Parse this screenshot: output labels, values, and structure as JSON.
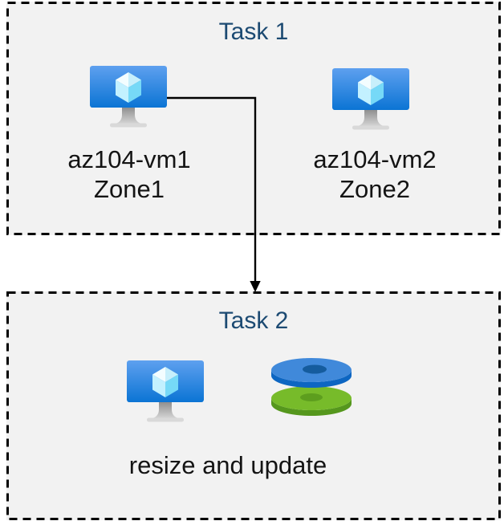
{
  "diagram": {
    "task1": {
      "title": "Task 1",
      "vms": [
        {
          "name": "az104-vm1",
          "zone": "Zone1",
          "icon": "azure-virtual-machine-icon"
        },
        {
          "name": "az104-vm2",
          "zone": "Zone2",
          "icon": "azure-virtual-machine-icon"
        }
      ]
    },
    "task2": {
      "title": "Task 2",
      "icons": [
        "azure-virtual-machine-icon",
        "azure-managed-disks-icon"
      ],
      "caption": "resize and update"
    },
    "arrow": {
      "description": "elbow arrow from az104-vm1 down into Task 2 box"
    },
    "colors": {
      "box_background": "#f2f2f2",
      "box_border": "#000000",
      "title_text": "#1c4a72",
      "label_text": "#141414",
      "arrow": "#000000",
      "vm_screen_top": "#5ea0ef",
      "vm_screen_bottom": "#0b74d4",
      "vm_cube_light": "#c3f1ff",
      "vm_cube_cyan": "#76d9f7",
      "disk_blue_top": "#4089da",
      "disk_blue_side": "#0d66c2",
      "disk_blue_hole": "#155c9e",
      "disk_green_top": "#77bb2a",
      "disk_green_side": "#55971d",
      "disk_green_hole": "#5d9e1e"
    }
  }
}
